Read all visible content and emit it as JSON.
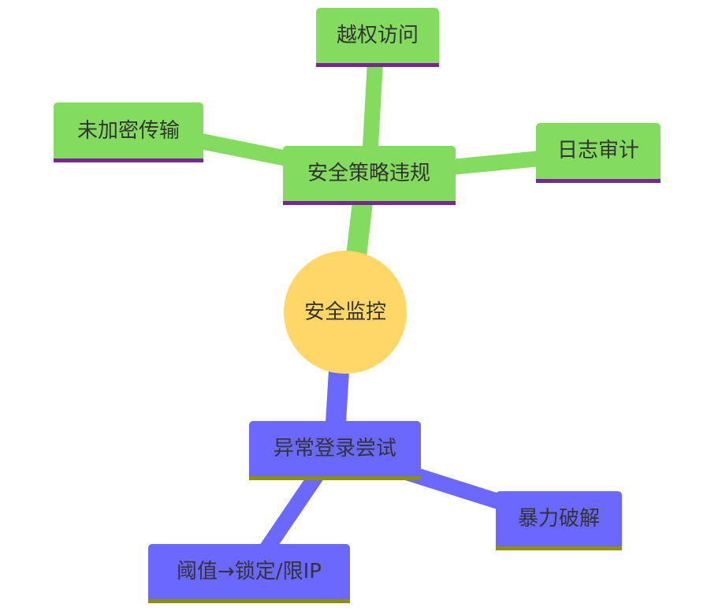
{
  "diagram": {
    "type": "mindmap",
    "colors": {
      "root_fill": "#fed767",
      "green_fill": "#84dc5f",
      "green_underline": "#7a2596",
      "blue_fill": "#6b68ff",
      "blue_underline": "#8f8f00",
      "text": "#333333"
    },
    "root": {
      "label": "安全监控"
    },
    "branches": [
      {
        "label": "安全策略违规",
        "children": [
          {
            "label": "越权访问"
          },
          {
            "label": "未加密传输"
          },
          {
            "label": "日志审计"
          }
        ]
      },
      {
        "label": "异常登录尝试",
        "children": [
          {
            "label": "阈值→锁定/限IP"
          },
          {
            "label": "暴力破解"
          }
        ]
      }
    ]
  }
}
